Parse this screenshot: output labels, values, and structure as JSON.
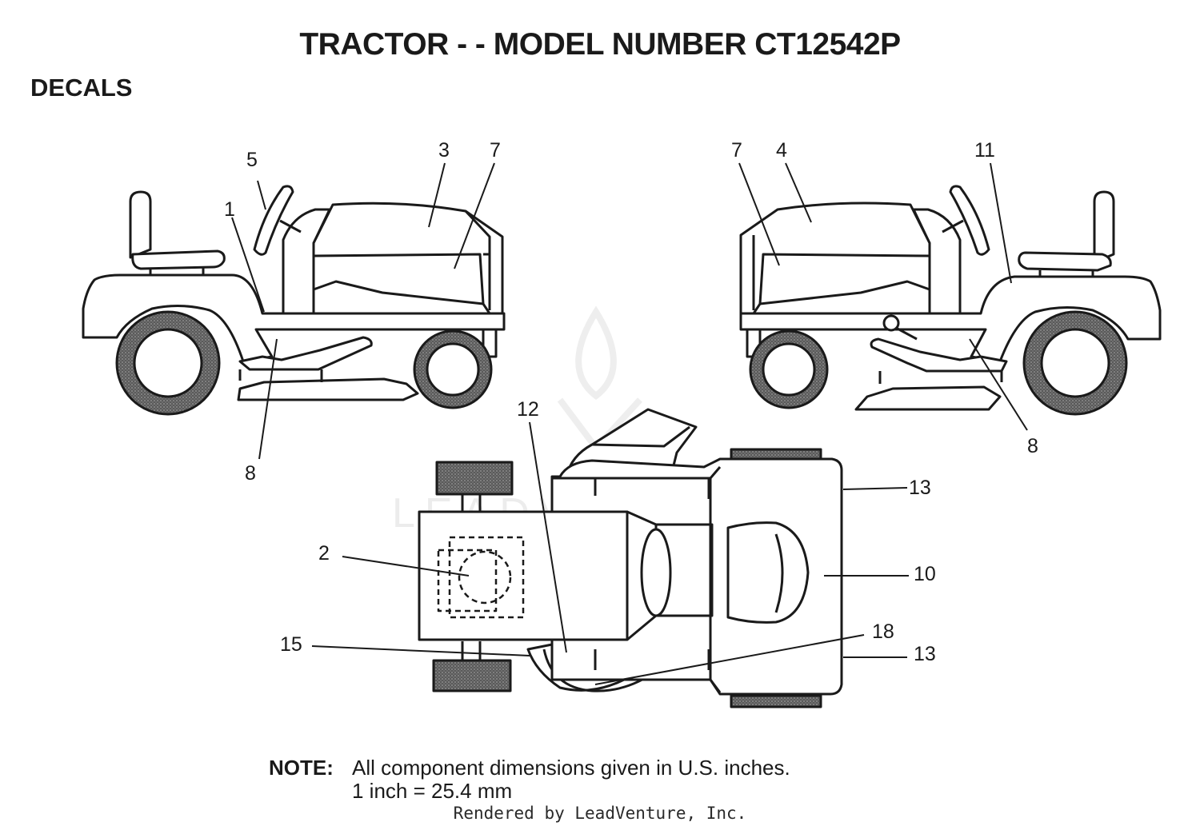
{
  "title": "TRACTOR - - MODEL NUMBER CT12542P",
  "section": "DECALS",
  "watermark": "LEADVENTURE",
  "callouts": {
    "c1": "1",
    "c2": "2",
    "c3": "3",
    "c4": "4",
    "c5": "5",
    "c7a": "7",
    "c7b": "7",
    "c8a": "8",
    "c8b": "8",
    "c10": "10",
    "c11": "11",
    "c12": "12",
    "c13a": "13",
    "c13b": "13",
    "c15": "15",
    "c18": "18"
  },
  "note": {
    "label": "NOTE:",
    "line1": "All component dimensions given in U.S. inches.",
    "line2": "1 inch = 25.4 mm"
  },
  "credit": "Rendered by LeadVenture, Inc.",
  "colors": {
    "ink": "#1a1a1a",
    "tire": "#6e6e6e",
    "watermark": "#ececec"
  }
}
